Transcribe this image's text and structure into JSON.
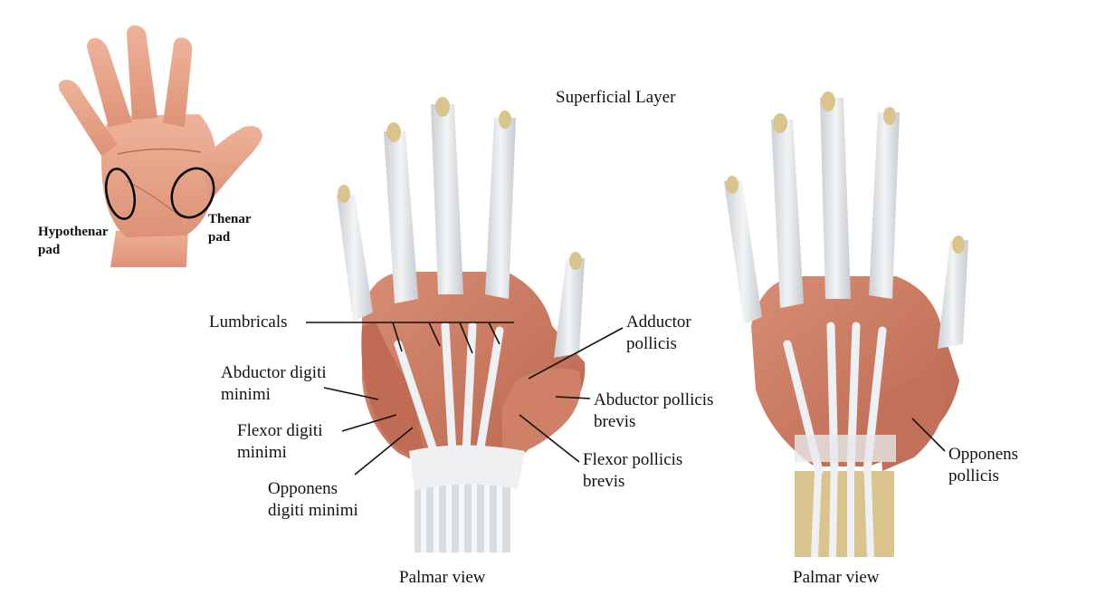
{
  "title": "Superficial Layer",
  "inset": {
    "hypothenar_label": "Hypothenar\npad",
    "thenar_label": "Thenar\npad"
  },
  "left_figure": {
    "caption": "Palmar view",
    "labels": {
      "lumbricals": "Lumbricals",
      "adductor_pollicis": "Adductor\npollicis",
      "abductor_digiti_minimi": "Abductor digiti\nminimi",
      "abductor_pollicis_brevis": "Abductor pollicis\nbrevis",
      "flexor_digiti_minimi": "Flexor digiti\nminimi",
      "flexor_pollicis_brevis": "Flexor pollicis\nbrevis",
      "opponens_digiti_minimi": "Opponens\ndigiti minimi"
    }
  },
  "right_figure": {
    "caption": "Palmar view",
    "labels": {
      "opponens_pollicis": "Opponens\npollicis"
    }
  },
  "colors": {
    "skin": "#e8a487",
    "muscle": "#c97a62",
    "tendon": "#dfe3e6",
    "bone": "#d9c48e",
    "line": "#111111"
  }
}
